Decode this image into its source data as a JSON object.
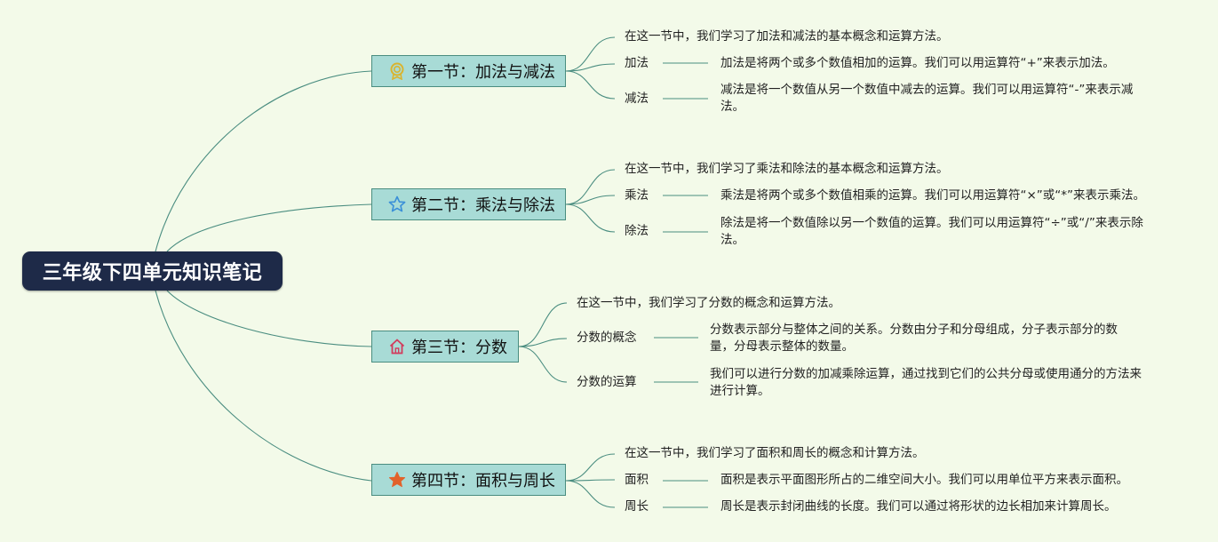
{
  "root": {
    "title": "三年级下四单元知识笔记"
  },
  "sections": [
    {
      "title": "第一节：加法与减法",
      "icon": "gold-medal-icon",
      "intro": "在这一节中，我们学习了加法和减法的基本概念和运算方法。",
      "topics": [
        {
          "name": "加法",
          "desc": "加法是将两个或多个数值相加的运算。我们可以用运算符“+”来表示加法。"
        },
        {
          "name": "减法",
          "desc": "减法是将一个数值从另一个数值中减去的运算。我们可以用运算符“-”来表示减法。"
        }
      ]
    },
    {
      "title": "第二节：乘法与除法",
      "icon": "star-outline-icon",
      "intro": "在这一节中，我们学习了乘法和除法的基本概念和运算方法。",
      "topics": [
        {
          "name": "乘法",
          "desc": "乘法是将两个或多个数值相乘的运算。我们可以用运算符“×”或“*”来表示乘法。"
        },
        {
          "name": "除法",
          "desc": "除法是将一个数值除以另一个数值的运算。我们可以用运算符“÷”或“/”来表示除法。"
        }
      ]
    },
    {
      "title": "第三节：分数",
      "icon": "house-icon",
      "intro": "在这一节中，我们学习了分数的概念和运算方法。",
      "topics": [
        {
          "name": "分数的概念",
          "desc": "分数表示部分与整体之间的关系。分数由分子和分母组成，分子表示部分的数量，分母表示整体的数量。"
        },
        {
          "name": "分数的运算",
          "desc": "我们可以进行分数的加减乘除运算，通过找到它们的公共分母或使用通分的方法来进行计算。"
        }
      ]
    },
    {
      "title": "第四节：面积与周长",
      "icon": "star-filled-icon",
      "intro": "在这一节中，我们学习了面积和周长的概念和计算方法。",
      "topics": [
        {
          "name": "面积",
          "desc": "面积是表示平面图形所占的二维空间大小。我们可以用单位平方来表示面积。"
        },
        {
          "name": "周长",
          "desc": "周长是表示封闭曲线的长度。我们可以通过将形状的边长相加来计算周长。"
        }
      ]
    }
  ],
  "colors": {
    "line": "#4a8d80",
    "section_fill": "#a8dbd6",
    "root_fill": "#1e2a48",
    "background": "#f3fae9"
  }
}
